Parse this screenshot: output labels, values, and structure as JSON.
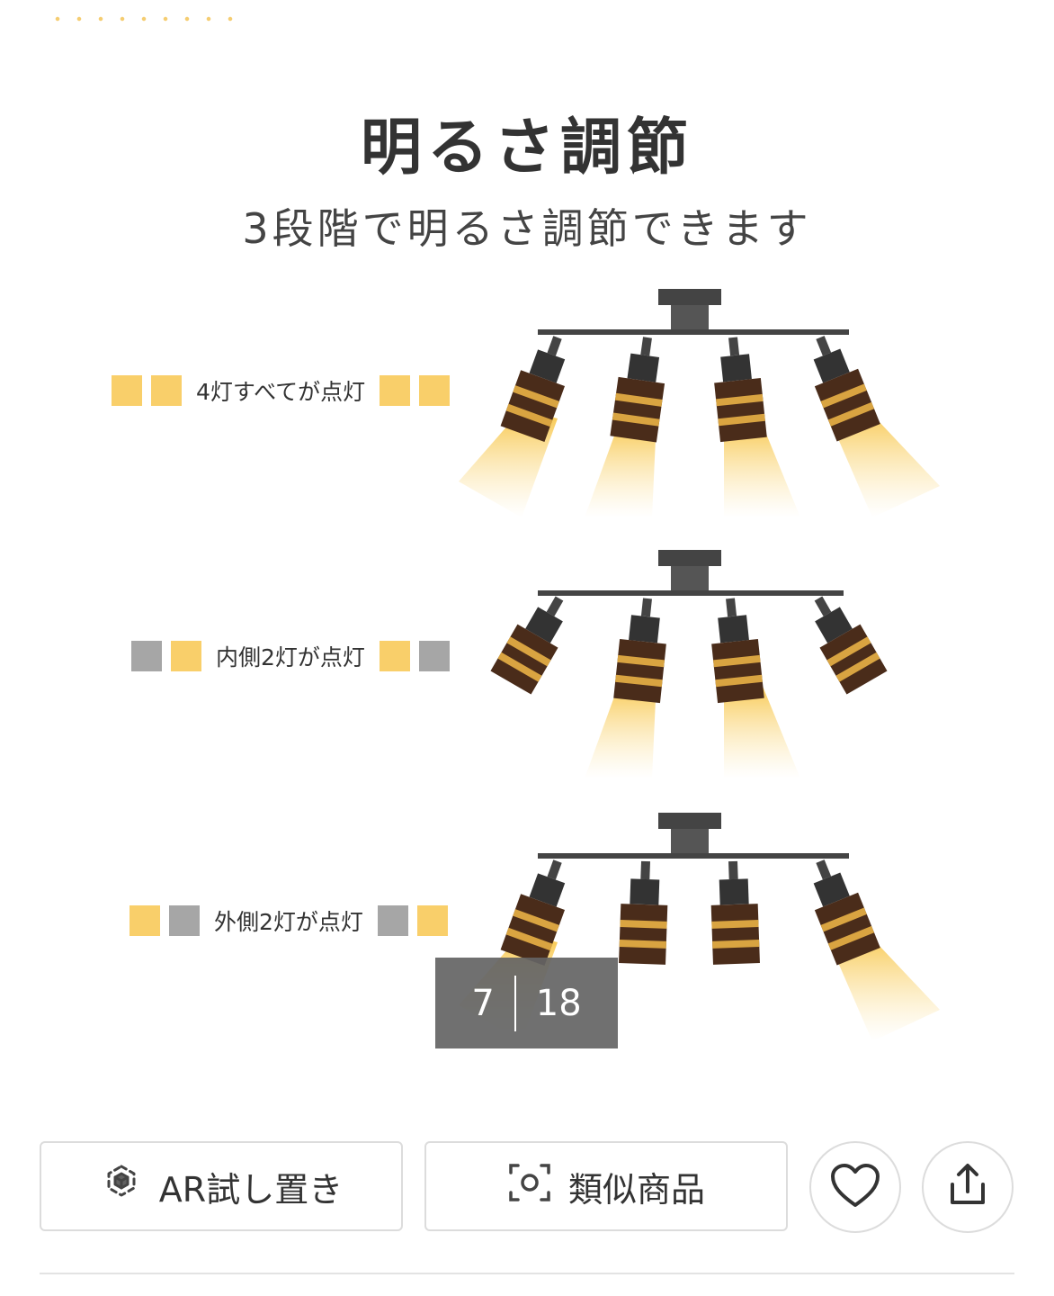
{
  "gallery": {
    "title": "明るさ調節",
    "subtitle": "3段階で明るさ調節できます",
    "modes": [
      {
        "label": "4灯すべてが点灯",
        "indicators": [
          "on",
          "on",
          "on",
          "on"
        ]
      },
      {
        "label": "内側2灯が点灯",
        "indicators": [
          "off",
          "on",
          "on",
          "off"
        ]
      },
      {
        "label": "外側2灯が点灯",
        "indicators": [
          "on",
          "off",
          "off",
          "on"
        ]
      }
    ],
    "counter": {
      "current": "7",
      "total": "18"
    }
  },
  "actions": {
    "ar_label": "AR試し置き",
    "similar_label": "類似商品",
    "icons": [
      "ar-cube-icon",
      "scan-icon",
      "heart-icon",
      "share-icon"
    ]
  },
  "colors": {
    "light_on": "#f9cf6a",
    "light_off": "#a6a6a6",
    "counter_bg": "#646464"
  }
}
